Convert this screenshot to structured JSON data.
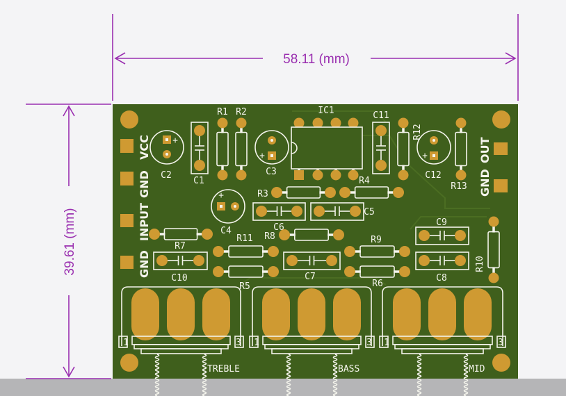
{
  "dimensions": {
    "width_label": "58.11 (mm)",
    "height_label": "39.61 (mm)"
  },
  "colors": {
    "board": "#3f5f1c",
    "pad": "#cf9a32",
    "silk": "#f4f4ec",
    "dimension": "#9a2fb0"
  },
  "connectors": {
    "left": [
      "VCC",
      "GND",
      "INPUT",
      "GND"
    ],
    "right": [
      "OUT",
      "GND"
    ]
  },
  "components": {
    "C1": "C1",
    "C2": "C2",
    "C3": "C3",
    "C4": "C4",
    "C5": "C5",
    "C6": "C6",
    "C7": "C7",
    "C8": "C8",
    "C9": "C9",
    "C10": "C10",
    "C11": "C11",
    "C12": "C12",
    "R1": "R1",
    "R2": "R2",
    "R3": "R3",
    "R4": "R4",
    "R5": "R5",
    "R6": "R6",
    "R7": "R7",
    "R8": "R8",
    "R9": "R9",
    "R10": "R10",
    "R11": "R11",
    "R12": "R12",
    "R13": "R13",
    "IC1": "IC1"
  },
  "pots": [
    {
      "name": "TREBLE",
      "pin1": "1",
      "pin3": "3"
    },
    {
      "name": "BASS",
      "pin1": "1",
      "pin3": "3"
    },
    {
      "name": "MID",
      "pin1": "1",
      "pin3": "3"
    }
  ]
}
